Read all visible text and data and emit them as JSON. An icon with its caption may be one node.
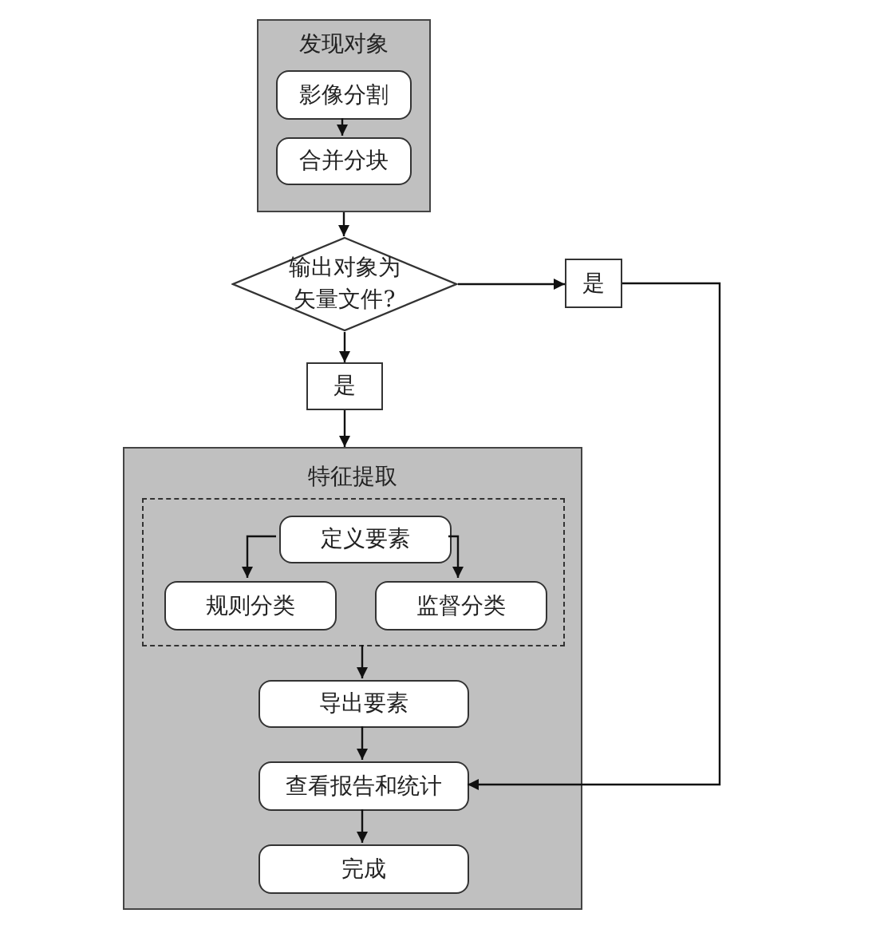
{
  "diagram": {
    "nodes": [
      {
        "text": [
          "发现对象"
        ]
      },
      {
        "text": [
          "影像分割"
        ],
        "in": 0
      },
      {
        "text": [
          "合并分块"
        ],
        "in": 0
      },
      {
        "text": [
          "输出对象为矢量文件?"
        ]
      },
      {
        "text": [
          "是"
        ]
      },
      {
        "text": [
          "是"
        ]
      },
      {
        "text": [
          "特征提取"
        ]
      },
      {
        "text": [],
        "shape": "box",
        "in": 6
      },
      {
        "text": [
          "定义要素"
        ],
        "in": 7
      },
      {
        "text": [
          "规则分类"
        ],
        "in": 7
      },
      {
        "text": [
          "监督分类"
        ],
        "in": 7
      },
      {
        "text": [
          "导出要素"
        ],
        "in": 6
      },
      {
        "text": [
          "查看报告和统计"
        ],
        "in": 6
      },
      {
        "text": [
          "完成"
        ],
        "in": 6
      }
    ],
    "edges": [
      {
        "from": 1,
        "to": 2,
        "arrow": "to"
      },
      {
        "from": 0,
        "to": 3,
        "arrow": "to"
      },
      {
        "from": 3,
        "to": 4,
        "arrow": "to"
      },
      {
        "from": 3,
        "to": 5,
        "arrow": "to"
      },
      {
        "from": 5,
        "to": 6,
        "arrow": "to"
      },
      {
        "from": 8,
        "to": 9,
        "arrow": "to"
      },
      {
        "from": 8,
        "to": 10,
        "arrow": "to"
      },
      {
        "from": 7,
        "to": 11,
        "arrow": "to"
      },
      {
        "from": 11,
        "to": 12,
        "arrow": "to"
      },
      {
        "from": 12,
        "to": 13,
        "arrow": "to"
      },
      {
        "from": 4,
        "to": 12,
        "arrow": "to"
      }
    ]
  }
}
